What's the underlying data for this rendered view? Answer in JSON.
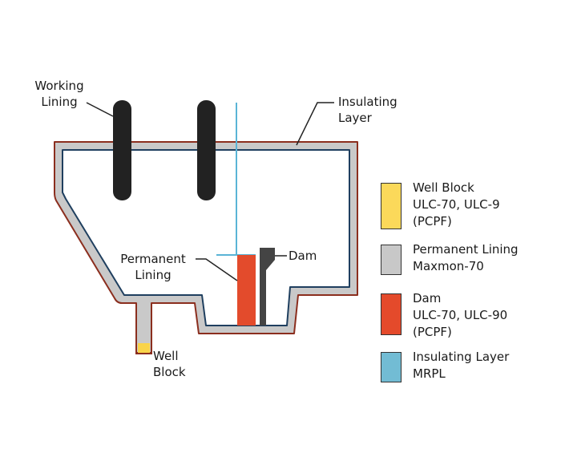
{
  "diagram": {
    "labels": {
      "working_lining": [
        "Working",
        "Lining"
      ],
      "insulating_layer": [
        "Insulating",
        "Layer"
      ],
      "permanent_lining": [
        "Permanent",
        "Lining"
      ],
      "dam": "Dam",
      "well_block": [
        "Well",
        "Block"
      ]
    },
    "colors": {
      "outer_shell": "#8b2e1e",
      "permanent_lining": "#c9c9c9",
      "insulating_inner": "#1f3f5f",
      "insulating_blue": "#5ab4d6",
      "working_lining": "#222222",
      "dam": "#e34b2c",
      "dam_dark": "#444444",
      "well_block": "#f9d44a"
    }
  },
  "legend": {
    "items": [
      {
        "name": "well-block",
        "lines": [
          "Well Block",
          "ULC-70, ULC-9",
          "(PCPF)"
        ],
        "color": "#fbd95a"
      },
      {
        "name": "permanent-lining",
        "lines": [
          "Permanent Lining",
          "Maxmon-70"
        ],
        "color": "#c8c8c8"
      },
      {
        "name": "dam",
        "lines": [
          "Dam",
          "ULC-70, ULC-90",
          "(PCPF)"
        ],
        "color": "#e44a2b"
      },
      {
        "name": "insulating-layer",
        "lines": [
          "Insulating Layer",
          "MRPL"
        ],
        "color": "#72bcd4"
      }
    ]
  }
}
